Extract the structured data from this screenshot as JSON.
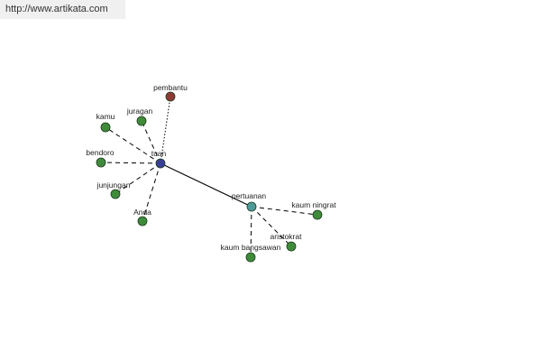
{
  "source_url": "http://www.artikata.com",
  "colors": {
    "hub_tuan": "#3a3f96",
    "hub_pertuanan": "#4e9a97",
    "node_default": "#3f8b3a",
    "node_pembantu": "#8c3a33",
    "node_stroke": "#1e3a1e",
    "edge": "#000000"
  },
  "graph": {
    "nodes": [
      {
        "id": "tuan",
        "label": "tuan",
        "kind": "hub_tuan"
      },
      {
        "id": "pertuanan",
        "label": "pertuanan",
        "kind": "hub_pertuanan"
      },
      {
        "id": "pembantu",
        "label": "pembantu",
        "kind": "node_pembantu"
      },
      {
        "id": "juragan",
        "label": "juragan",
        "kind": "node_default"
      },
      {
        "id": "kamu",
        "label": "kamu",
        "kind": "node_default"
      },
      {
        "id": "bendoro",
        "label": "bendoro",
        "kind": "node_default"
      },
      {
        "id": "junjungan",
        "label": "junjungan",
        "kind": "node_default"
      },
      {
        "id": "anda",
        "label": "Anda",
        "kind": "node_default"
      },
      {
        "id": "kaum-ningrat",
        "label": "kaum ningrat",
        "kind": "node_default"
      },
      {
        "id": "aristokrat",
        "label": "aristokrat",
        "kind": "node_default"
      },
      {
        "id": "kaum-bangsawan",
        "label": "kaum bangsawan",
        "kind": "node_default"
      }
    ],
    "edges": [
      {
        "from": "tuan",
        "to": "pertuanan",
        "style": "solid"
      },
      {
        "from": "tuan",
        "to": "pembantu",
        "style": "dotted"
      },
      {
        "from": "tuan",
        "to": "juragan",
        "style": "dashed"
      },
      {
        "from": "tuan",
        "to": "kamu",
        "style": "dashed"
      },
      {
        "from": "tuan",
        "to": "bendoro",
        "style": "dashed"
      },
      {
        "from": "tuan",
        "to": "junjungan",
        "style": "dashed"
      },
      {
        "from": "tuan",
        "to": "anda",
        "style": "dashed"
      },
      {
        "from": "pertuanan",
        "to": "kaum-ningrat",
        "style": "dashed"
      },
      {
        "from": "pertuanan",
        "to": "aristokrat",
        "style": "dashed"
      },
      {
        "from": "pertuanan",
        "to": "kaum-bangsawan",
        "style": "dashed"
      }
    ]
  }
}
